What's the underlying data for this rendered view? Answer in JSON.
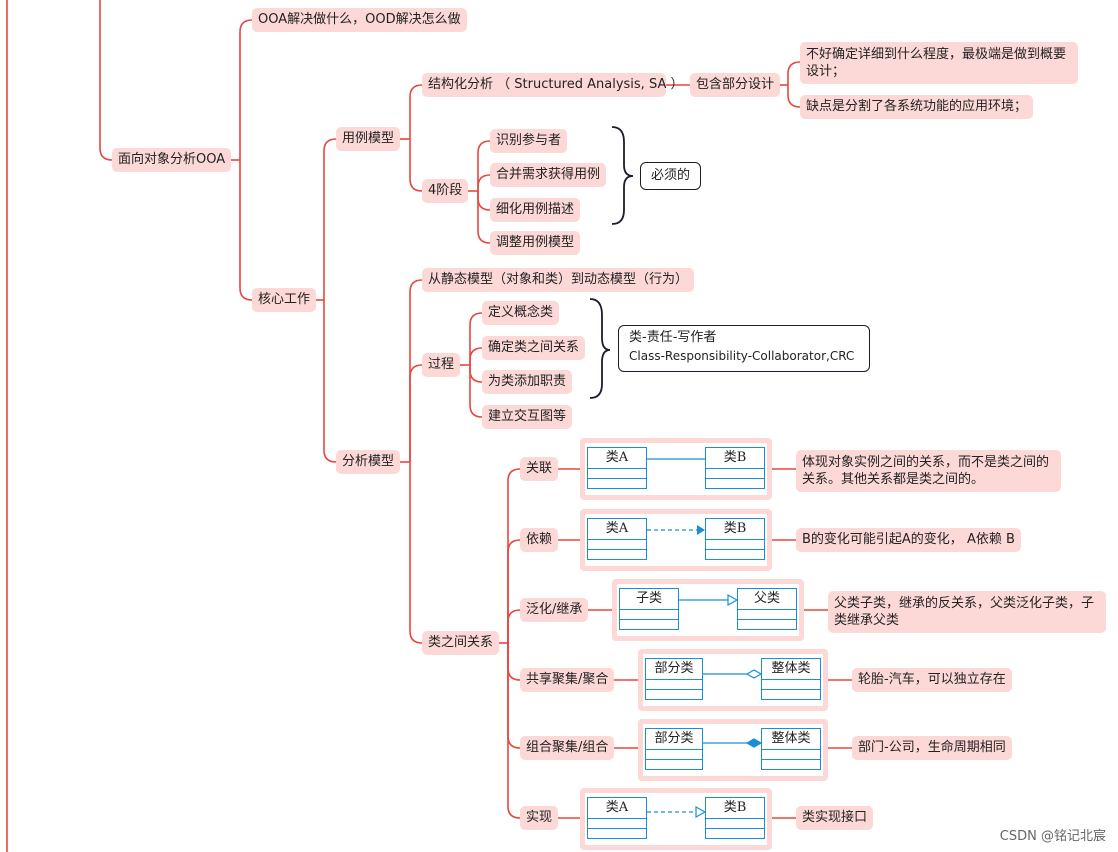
{
  "nodes": {
    "ooa": "面向对象分析OOA",
    "ooa_vs_ood": "OOA解决做什么，OOD解决怎么做",
    "core_work": "核心工作",
    "use_case_model": "用例模型",
    "structured_analysis": "结构化分析 （ Structured Analysis, SA ）",
    "partial_design": "包含部分设计",
    "sa_note1": "不好确定详细到什么程度，最极端是做到概要设计；",
    "sa_note2": "缺点是分割了各系统功能的应用环境；",
    "four_stages": "4阶段",
    "stage1": "识别参与者",
    "stage2": "合并需求获得用例",
    "stage3": "细化用例描述",
    "stage4": "调整用例模型",
    "must": "必须的",
    "analysis_model": "分析模型",
    "static_to_dynamic": "从静态模型（对象和类）到动态模型（行为）",
    "process": "过程",
    "proc1": "定义概念类",
    "proc2": "确定类之间关系",
    "proc3": "为类添加职责",
    "proc4": "建立交互图等",
    "crc_line1": "类-责任-写作者",
    "crc_line2": "Class-Responsibility-Collaborator,CRC",
    "class_relations": "类之间关系",
    "association": "关联",
    "association_desc": "体现对象实例之间的关系，而不是类之间的关系。其他关系都是类之间的。",
    "dependency": "依赖",
    "dependency_desc": "B的变化可能引起A的变化， A依赖 B",
    "generalization": "泛化/继承",
    "generalization_desc": "父类子类，继承的反关系，父类泛化子类，子类继承父类",
    "aggregation": "共享聚集/聚合",
    "aggregation_desc": "轮胎-汽车，可以独立存在",
    "composition": "组合聚集/组合",
    "composition_desc": "部门-公司，生命周期相同",
    "realization": "实现",
    "realization_desc": "类实现接口"
  },
  "uml": {
    "class_a": "类A",
    "class_b": "类B",
    "child_class": "子类",
    "parent_class": "父类",
    "part_class": "部分类",
    "whole_class": "整体类"
  },
  "watermark": "CSDN @铭记北宸",
  "colors": {
    "connector": "#e8463f",
    "node_fill": "#fcd9d7",
    "uml_line": "#1a8fd8"
  }
}
